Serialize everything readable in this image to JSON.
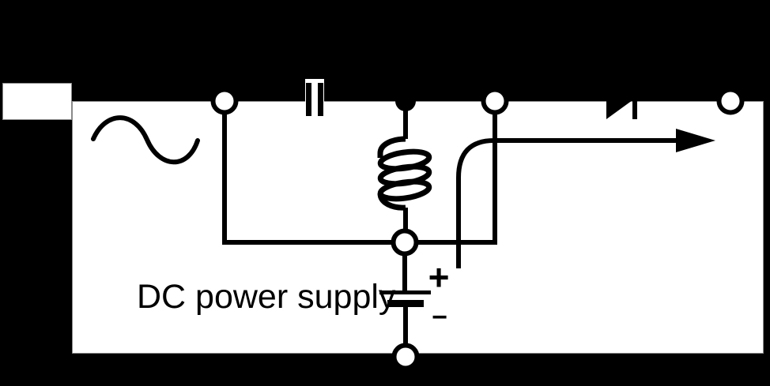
{
  "figure": {
    "type": "circuit-diagram",
    "colors": {
      "background": "#000000",
      "panel": "#ffffff",
      "line": "#000000",
      "panel_edge": "#8a8a8a"
    }
  },
  "labels": {
    "dc_power_supply": "DC power supply",
    "battery_plus": "+",
    "battery_minus": "−"
  },
  "components": [
    {
      "name": "ac-source-sine-symbol",
      "kind": "sine-wave"
    },
    {
      "name": "series-capacitor-symbol",
      "kind": "capacitor-plates"
    },
    {
      "name": "choke-inductor-symbol",
      "kind": "coil"
    },
    {
      "name": "diode-symbol",
      "kind": "triangle-and-bar"
    },
    {
      "name": "battery-symbol",
      "kind": "long-and-short-plates"
    },
    {
      "name": "output-arrow",
      "kind": "curved-arrow-right"
    },
    {
      "name": "terminal-node",
      "kind": "open-circle",
      "count": 4
    },
    {
      "name": "junction-dot",
      "kind": "filled-circle",
      "count": 1
    }
  ]
}
